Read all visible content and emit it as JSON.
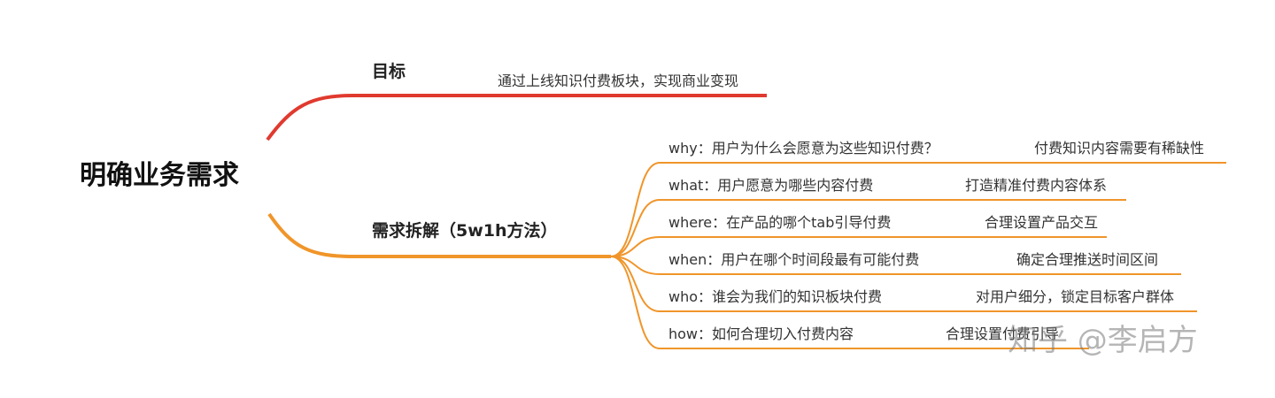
{
  "root": {
    "label": "明确业务需求"
  },
  "branches": [
    {
      "label": "目标",
      "color": "#e03a2f",
      "children": [
        {
          "label": "通过上线知识付费板块，实现商业变现"
        }
      ]
    },
    {
      "label": "需求拆解（5w1h方法）",
      "color": "#f0952a",
      "children": [
        {
          "label": "why：用户为什么会愿意为这些知识付费？",
          "detail": "付费知识内容需要有稀缺性"
        },
        {
          "label": "what：用户愿意为哪些内容付费",
          "detail": "打造精准付费内容体系"
        },
        {
          "label": "where：在产品的哪个tab引导付费",
          "detail": "合理设置产品交互"
        },
        {
          "label": "when：用户在哪个时间段最有可能付费",
          "detail": "确定合理推送时间区间"
        },
        {
          "label": "who：谁会为我们的知识板块付费",
          "detail": "对用户细分，锁定目标客户群体"
        },
        {
          "label": "how：如何合理切入付费内容",
          "detail": "合理设置付费引导"
        }
      ]
    }
  ],
  "watermark": "知乎 @李启方"
}
